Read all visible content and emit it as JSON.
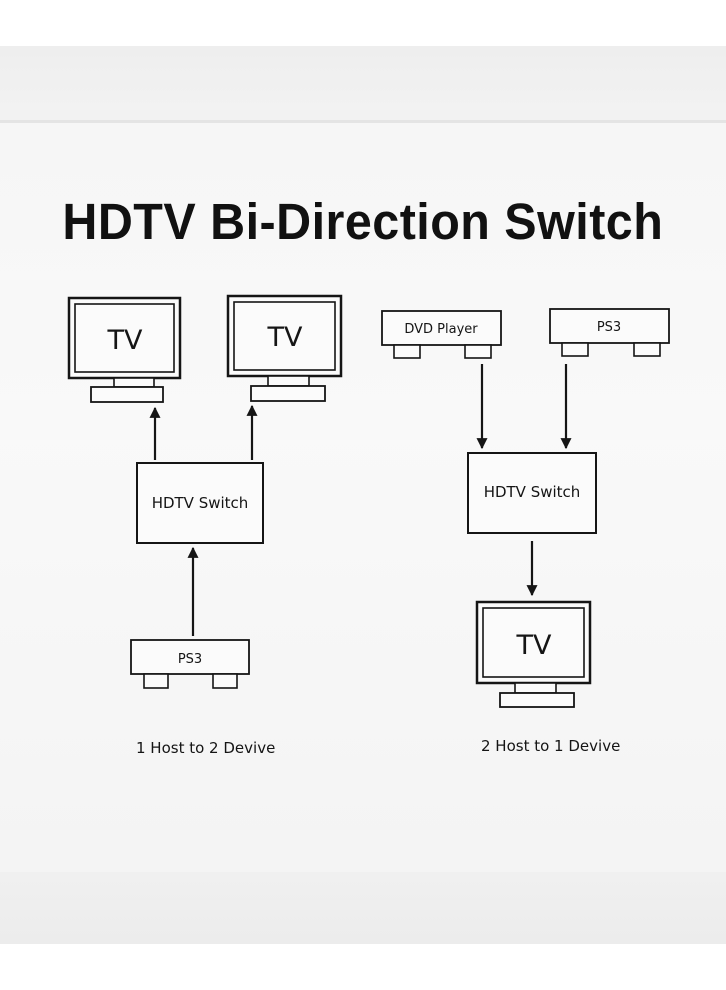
{
  "title": "HDTV Bi-Direction Switch",
  "left_diagram": {
    "tv_1": "TV",
    "tv_2": "TV",
    "switch": "HDTV Switch",
    "source": "PS3",
    "caption": "1 Host to 2 Devive"
  },
  "right_diagram": {
    "source_1": "DVD Player",
    "source_2": "PS3",
    "switch": "HDTV Switch",
    "tv": "TV",
    "caption": "2 Host to 1 Devive"
  },
  "colors": {
    "ink": "#151515",
    "paper": "#f7f7f7"
  }
}
